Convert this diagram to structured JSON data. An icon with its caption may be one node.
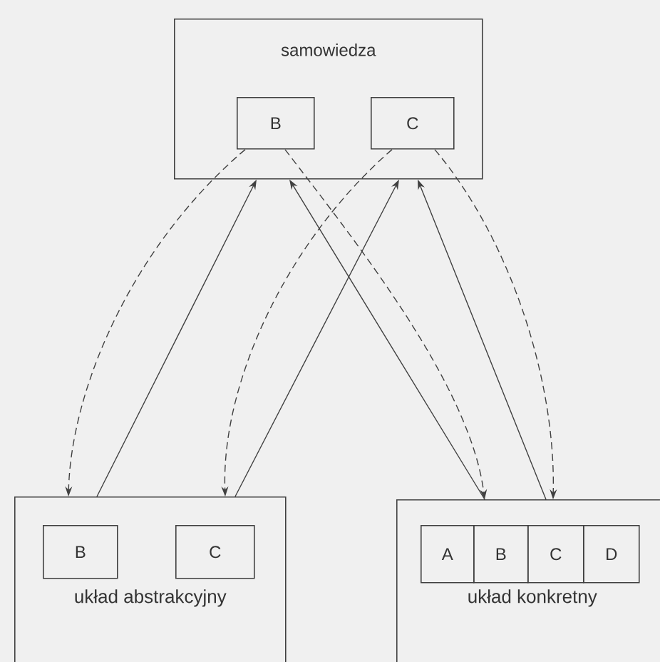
{
  "diagram": {
    "nodes": [
      {
        "text": [
          "samowiedza"
        ]
      },
      {
        "text": [
          "B"
        ],
        "in": 0
      },
      {
        "text": [
          "C"
        ],
        "in": 0
      },
      {
        "text": [
          "układ abstrakcyjny"
        ]
      },
      {
        "text": [
          "B"
        ],
        "in": 3
      },
      {
        "text": [
          "C"
        ],
        "in": 3
      },
      {
        "text": [
          "układ konkretny"
        ]
      },
      {
        "text": [
          "A"
        ],
        "in": 6
      },
      {
        "text": [
          "B"
        ],
        "in": 6
      },
      {
        "text": [
          "C"
        ],
        "in": 6
      },
      {
        "text": [
          "D"
        ],
        "in": 6
      }
    ],
    "edges": [
      {
        "from": 3,
        "to": 0,
        "arrow": "to"
      },
      {
        "from": 3,
        "to": 0,
        "arrow": "to"
      },
      {
        "from": 6,
        "to": 0,
        "arrow": "to"
      },
      {
        "from": 6,
        "to": 0,
        "arrow": "to"
      },
      {
        "from": 1,
        "to": 3,
        "arrow": "to",
        "style": "dashed"
      },
      {
        "from": 1,
        "to": 6,
        "arrow": "to",
        "style": "dashed"
      },
      {
        "from": 2,
        "to": 3,
        "arrow": "to",
        "style": "dashed"
      },
      {
        "from": 2,
        "to": 6,
        "arrow": "to",
        "style": "dashed"
      }
    ]
  }
}
